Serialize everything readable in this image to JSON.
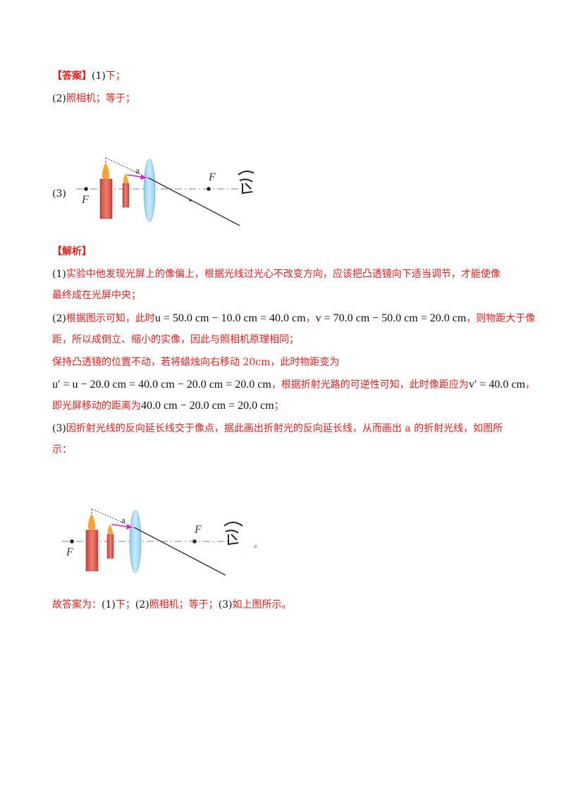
{
  "answer": {
    "label": "【答案】",
    "p1_num": "(1)",
    "p1_text": "下；",
    "p2_num": "(2)",
    "p2_text": "照相机；等于；",
    "p3_num": "(3)"
  },
  "figure": {
    "label_f_left": "F",
    "label_f_right": "F",
    "label_a": "a",
    "trail_dot": "。"
  },
  "analysis": {
    "label": "【解析】",
    "s1_num": "(1)",
    "s1_line1": "实验中他发现光屏上的像偏上，根据光线过光心不改变方向，应该把凸透镜向下适当调节，才能使像",
    "s1_line2": "最终成在光屏中央；",
    "s2_num": "(2)",
    "s2_pre": "根据图示可知，此时",
    "s2_eq1": "u = 50.0 cm − 10.0 cm = 40.0 cm",
    "s2_sep": "，",
    "s2_eq2": "v = 70.0 cm − 50.0 cm = 20.0 cm",
    "s2_post": "，则物距大于像",
    "s2_line2": "距，所以成倒立、缩小的实像，因此与照相机原理相同；",
    "s3_line": "保持凸透镜的位置不动，若将蜡烛向右移动 20cm，此时物距变为",
    "s4_eq": "u′ = u − 20.0 cm = 40.0 cm − 20.0 cm = 20.0 cm",
    "s4_mid": "，根据折射光路的可逆性可知，此时像距应为",
    "s4_eq2": "v′ = 40.0 cm",
    "s4_end": "，",
    "s5_pre": "即光屏移动的距离为",
    "s5_eq": "40.0 cm − 20.0 cm = 20.0 cm",
    "s5_end": "；",
    "s6_num": "(3)",
    "s6_line1": "因折射光线的反向延长线交于像点，据此画出折射光的反向延长线，从而画出 a 的折射光线，如图所",
    "s6_line2": "示："
  },
  "conclusion": {
    "pre": "故答案为：",
    "n1": "(1)",
    "t1": "下；",
    "n2": "(2)",
    "t2": "照相机；等于；",
    "n3": "(3)",
    "t3": "如上图所示。"
  }
}
